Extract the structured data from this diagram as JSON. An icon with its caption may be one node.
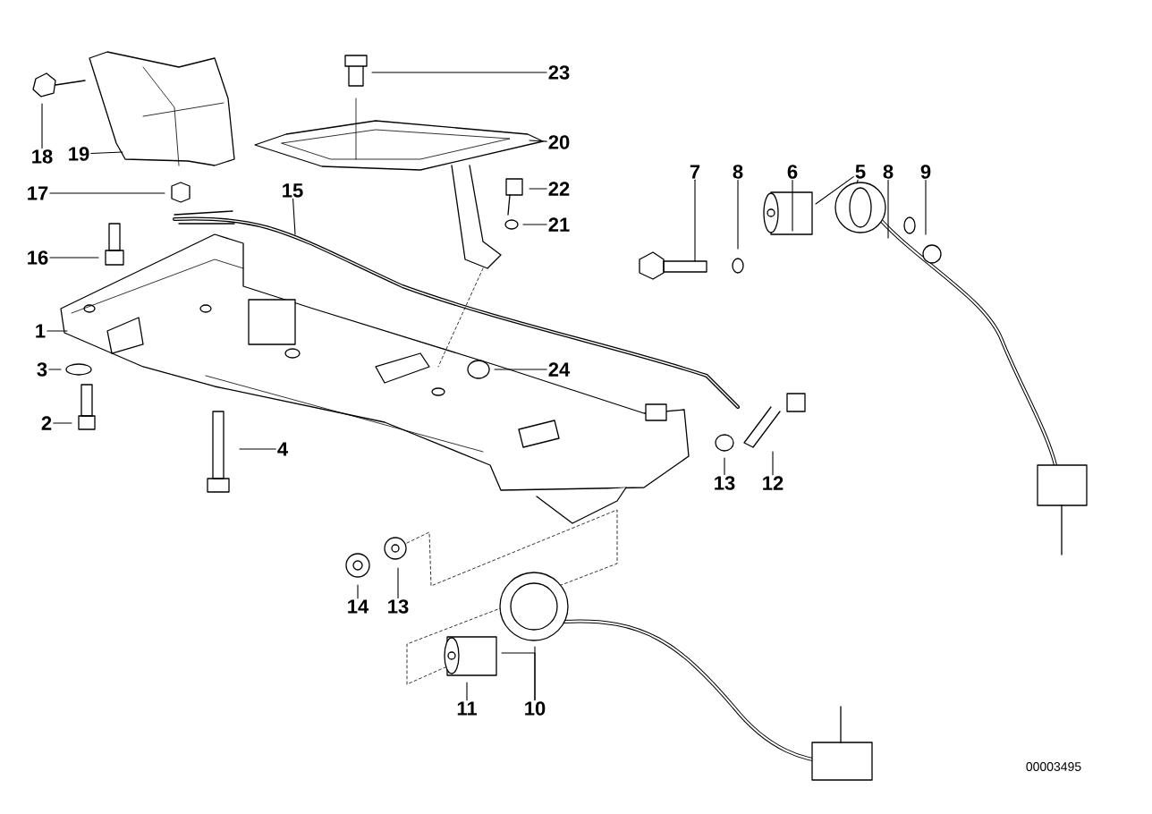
{
  "diagram": {
    "nodes": [
      {
        "text": [
          "23"
        ]
      },
      {
        "text": [
          "18"
        ]
      },
      {
        "text": [
          "19"
        ]
      },
      {
        "text": [
          "20"
        ]
      },
      {
        "text": [
          "7"
        ]
      },
      {
        "text": [
          "8"
        ]
      },
      {
        "text": [
          "6"
        ]
      },
      {
        "text": [
          "5"
        ]
      },
      {
        "text": [
          "8"
        ]
      },
      {
        "text": [
          "9"
        ]
      },
      {
        "text": [
          "22"
        ]
      },
      {
        "text": [
          "17"
        ]
      },
      {
        "text": [
          "15"
        ]
      },
      {
        "text": [
          "21"
        ]
      },
      {
        "text": [
          "16"
        ]
      },
      {
        "text": [
          "1"
        ]
      },
      {
        "text": [
          "3"
        ]
      },
      {
        "text": [
          "24"
        ]
      },
      {
        "text": [
          "2"
        ]
      },
      {
        "text": [
          "4"
        ]
      },
      {
        "text": [
          "13"
        ]
      },
      {
        "text": [
          "12"
        ]
      },
      {
        "text": [
          "14"
        ]
      },
      {
        "text": [
          "13"
        ]
      },
      {
        "text": [
          "11"
        ]
      },
      {
        "text": [
          "10"
        ]
      }
    ],
    "edges": [
      {
        "from": 0,
        "to": null,
        "arrow": "none"
      },
      {
        "from": 1,
        "to": null,
        "arrow": "none"
      },
      {
        "from": 2,
        "to": null,
        "arrow": "none"
      },
      {
        "from": 3,
        "to": null,
        "arrow": "none"
      },
      {
        "from": 4,
        "to": null,
        "arrow": "none"
      },
      {
        "from": 5,
        "to": null,
        "arrow": "none"
      },
      {
        "from": 6,
        "to": null,
        "arrow": "none"
      },
      {
        "from": 7,
        "to": null,
        "arrow": "none"
      },
      {
        "from": 7,
        "to": null,
        "arrow": "none"
      },
      {
        "from": 8,
        "to": null,
        "arrow": "none"
      },
      {
        "from": 9,
        "to": null,
        "arrow": "none"
      },
      {
        "from": 10,
        "to": null,
        "arrow": "none"
      },
      {
        "from": 11,
        "to": null,
        "arrow": "none"
      },
      {
        "from": 12,
        "to": null,
        "arrow": "none"
      },
      {
        "from": 13,
        "to": null,
        "arrow": "none"
      },
      {
        "from": 14,
        "to": null,
        "arrow": "none"
      },
      {
        "from": 15,
        "to": null,
        "arrow": "none"
      },
      {
        "from": 16,
        "to": null,
        "arrow": "none"
      },
      {
        "from": 17,
        "to": null,
        "arrow": "none"
      },
      {
        "from": 18,
        "to": null,
        "arrow": "none"
      },
      {
        "from": 19,
        "to": null,
        "arrow": "none"
      },
      {
        "from": 20,
        "to": null,
        "arrow": "none"
      },
      {
        "from": 21,
        "to": null,
        "arrow": "none"
      },
      {
        "from": 22,
        "to": null,
        "arrow": "none"
      },
      {
        "from": 23,
        "to": null,
        "arrow": "none"
      },
      {
        "from": 24,
        "to": null,
        "arrow": "none"
      },
      {
        "from": 25,
        "to": null,
        "arrow": "none"
      },
      {
        "from": 25,
        "to": null,
        "arrow": "none"
      }
    ],
    "labels": [
      "00003495"
    ]
  }
}
